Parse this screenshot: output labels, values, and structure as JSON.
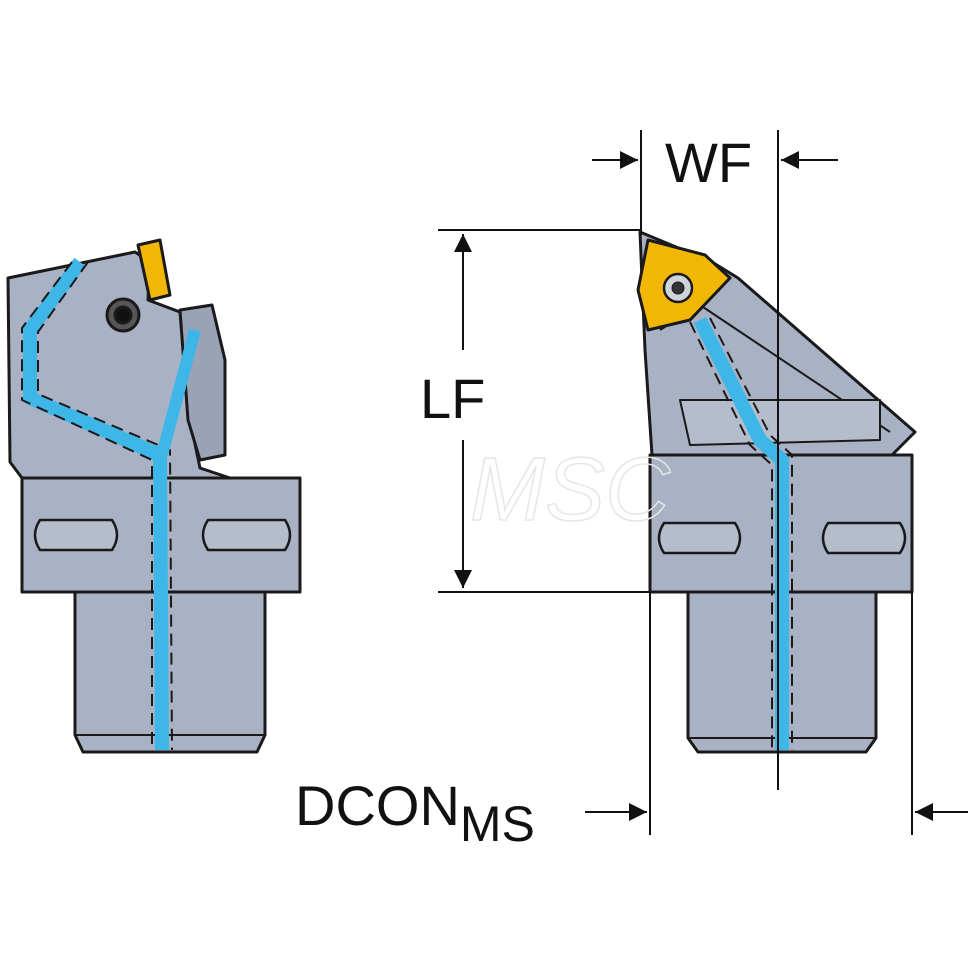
{
  "labels": {
    "wf": "WF",
    "lf": "LF",
    "dcon": "DCON",
    "dcon_sub": "MS",
    "watermark": "MSC"
  },
  "colors": {
    "body": "#a9b2c4",
    "body_dark": "#9aa3b6",
    "outline": "#1a1a1a",
    "coolant": "#3fb6e8",
    "insert": "#f2b705",
    "dimension": "#111111"
  }
}
